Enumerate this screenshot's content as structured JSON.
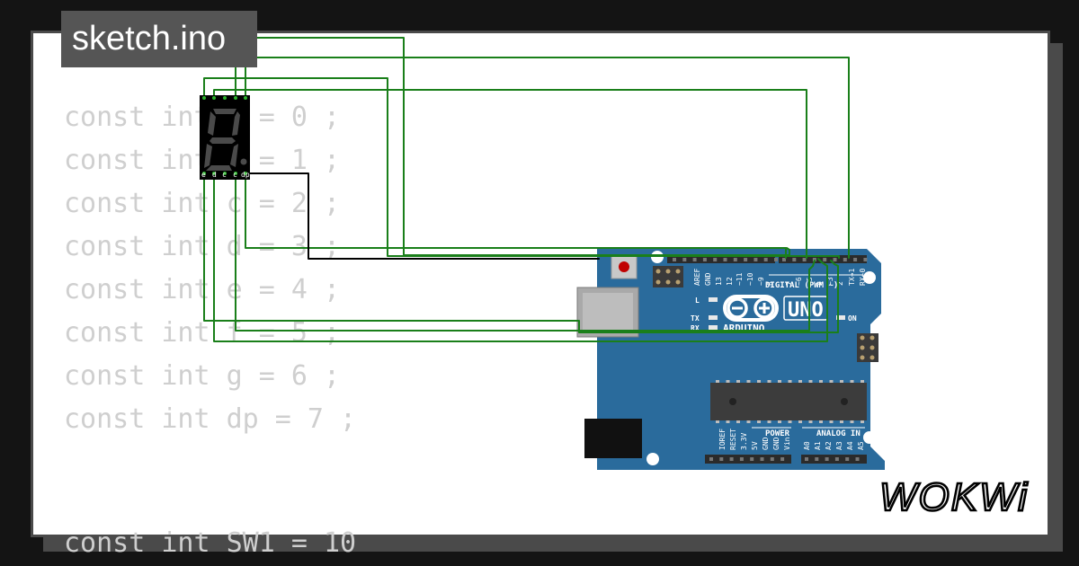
{
  "tab": {
    "filename": "sketch.ino"
  },
  "code_lines": [
    "const int a = 0 ;",
    "const int b = 1 ;",
    "const int c = 2 ;",
    "const int d = 3 ;",
    "const int e = 4 ;",
    "const int f = 5 ;",
    "const int g = 6 ;",
    "const int dp = 7 ;"
  ],
  "code_tail": "const int SW1 = 10",
  "board": {
    "name": "UNO",
    "brand": "ARDUINO",
    "digital_label": "DIGITAL (PWM ~)",
    "on_label": "ON",
    "led_labels": [
      "L",
      "TX",
      "RX"
    ],
    "power_label": "POWER",
    "analog_label": "ANALOG IN",
    "header_top_pins": [
      "AREF",
      "GND",
      "13",
      "12",
      "~11",
      "~10",
      "~9",
      "8",
      "7",
      "~6",
      "~5",
      "4",
      "~3",
      "2",
      "TX→1",
      "RX←0"
    ],
    "header_bottom_pins": [
      "IOREF",
      "RESET",
      "3.3V",
      "5V",
      "GND",
      "GND",
      "Vin",
      "A0",
      "A1",
      "A2",
      "A3",
      "A4",
      "A5"
    ]
  },
  "display": {
    "pin_labels_bottom": [
      "e",
      "d",
      "c",
      "c",
      "dp"
    ]
  },
  "brand_logo": "WOKWi",
  "colors": {
    "background": "#141414",
    "card": "#ffffff",
    "frame": "#4a4a4a",
    "board": "#2a6b9c",
    "wire_green": "#1a7f1a",
    "wire_black": "#000000",
    "code_text": "#cfcfcf"
  }
}
